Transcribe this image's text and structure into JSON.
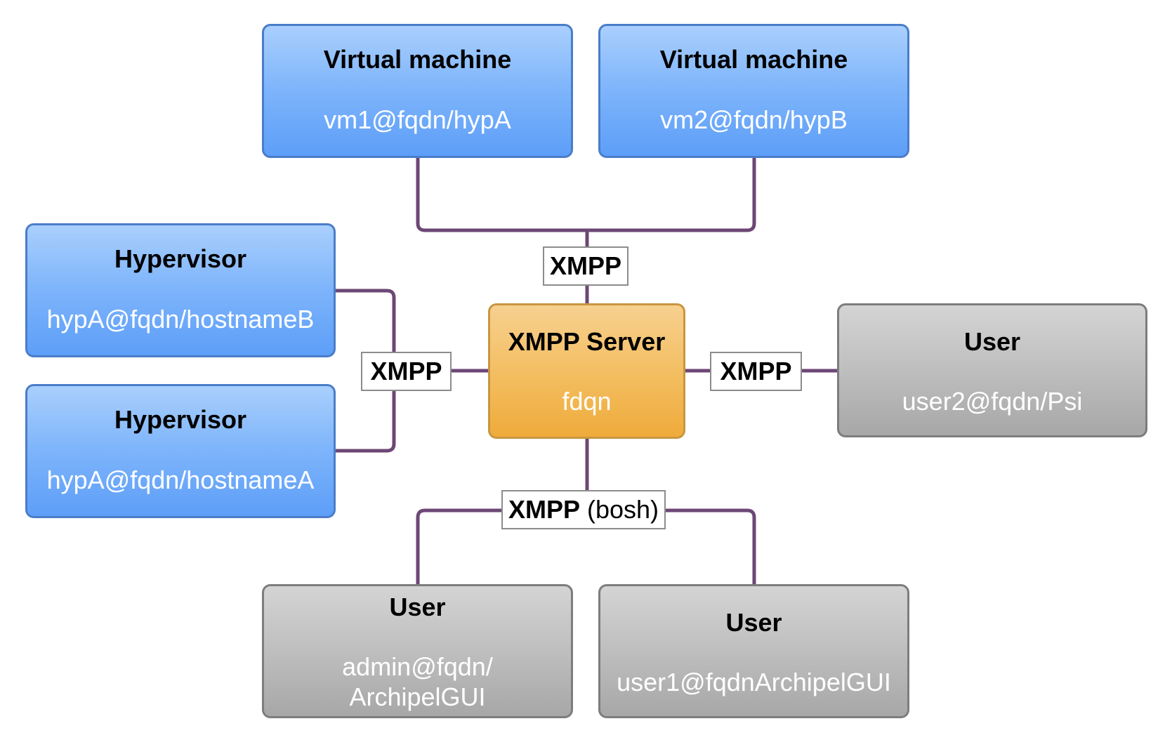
{
  "colors": {
    "connector": "#6d4775",
    "blue_node": "#6aa8f9",
    "gray_node": "#b5b5b5",
    "server_node": "#f1b44c",
    "address_text": "#ffffff"
  },
  "nodes": {
    "vm1": {
      "title": "Virtual machine",
      "address": "vm1@fqdn/hypA"
    },
    "vm2": {
      "title": "Virtual machine",
      "address": "vm2@fqdn/hypB"
    },
    "hypervisor_b": {
      "title": "Hypervisor",
      "address": "hypA@fqdn/hostnameB"
    },
    "hypervisor_a": {
      "title": "Hypervisor",
      "address": "hypA@fqdn/hostnameA"
    },
    "server": {
      "title": "XMPP Server",
      "address": "fdqn"
    },
    "user_psi": {
      "title": "User",
      "address": "user2@fqdn/Psi"
    },
    "user_admin": {
      "title": "User",
      "address_line1": "admin@fqdn/",
      "address_line2": "ArchipelGUI"
    },
    "user_archipel": {
      "title": "User",
      "address": "user1@fqdnArchipelGUI"
    }
  },
  "labels": {
    "top": "XMPP",
    "left": "XMPP",
    "right": "XMPP",
    "bottom_bold": "XMPP",
    "bottom_suffix": " (bosh)"
  }
}
